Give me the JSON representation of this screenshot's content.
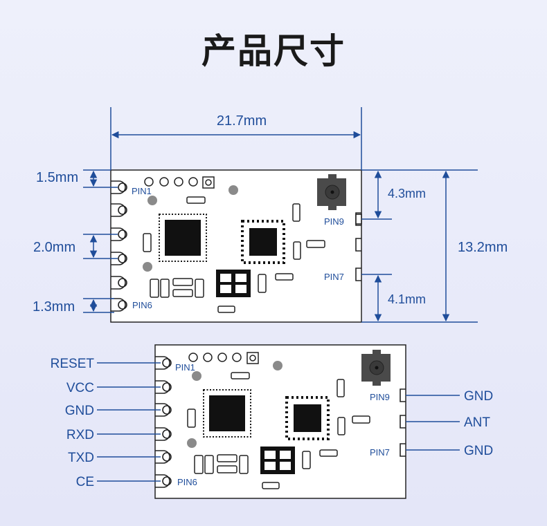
{
  "title": "产品尺寸",
  "dimensions": {
    "width": "21.7mm",
    "top_margin": "1.5mm",
    "pin_pitch": "2.0mm",
    "bottom_margin": "1.3mm",
    "height": "13.2mm",
    "right_top": "4.3mm",
    "right_bottom": "4.1mm"
  },
  "pin_labels": {
    "pin1": "PIN1",
    "pin6": "PIN6",
    "pin7": "PIN7",
    "pin9": "PIN9"
  },
  "left_pins": [
    "RESET",
    "VCC",
    "GND",
    "RXD",
    "TXD",
    "CE"
  ],
  "right_pins": [
    "GND",
    "ANT",
    "GND"
  ],
  "colors": {
    "accent": "#1f4d9a",
    "board": "#ffffff",
    "component": "#111111"
  }
}
